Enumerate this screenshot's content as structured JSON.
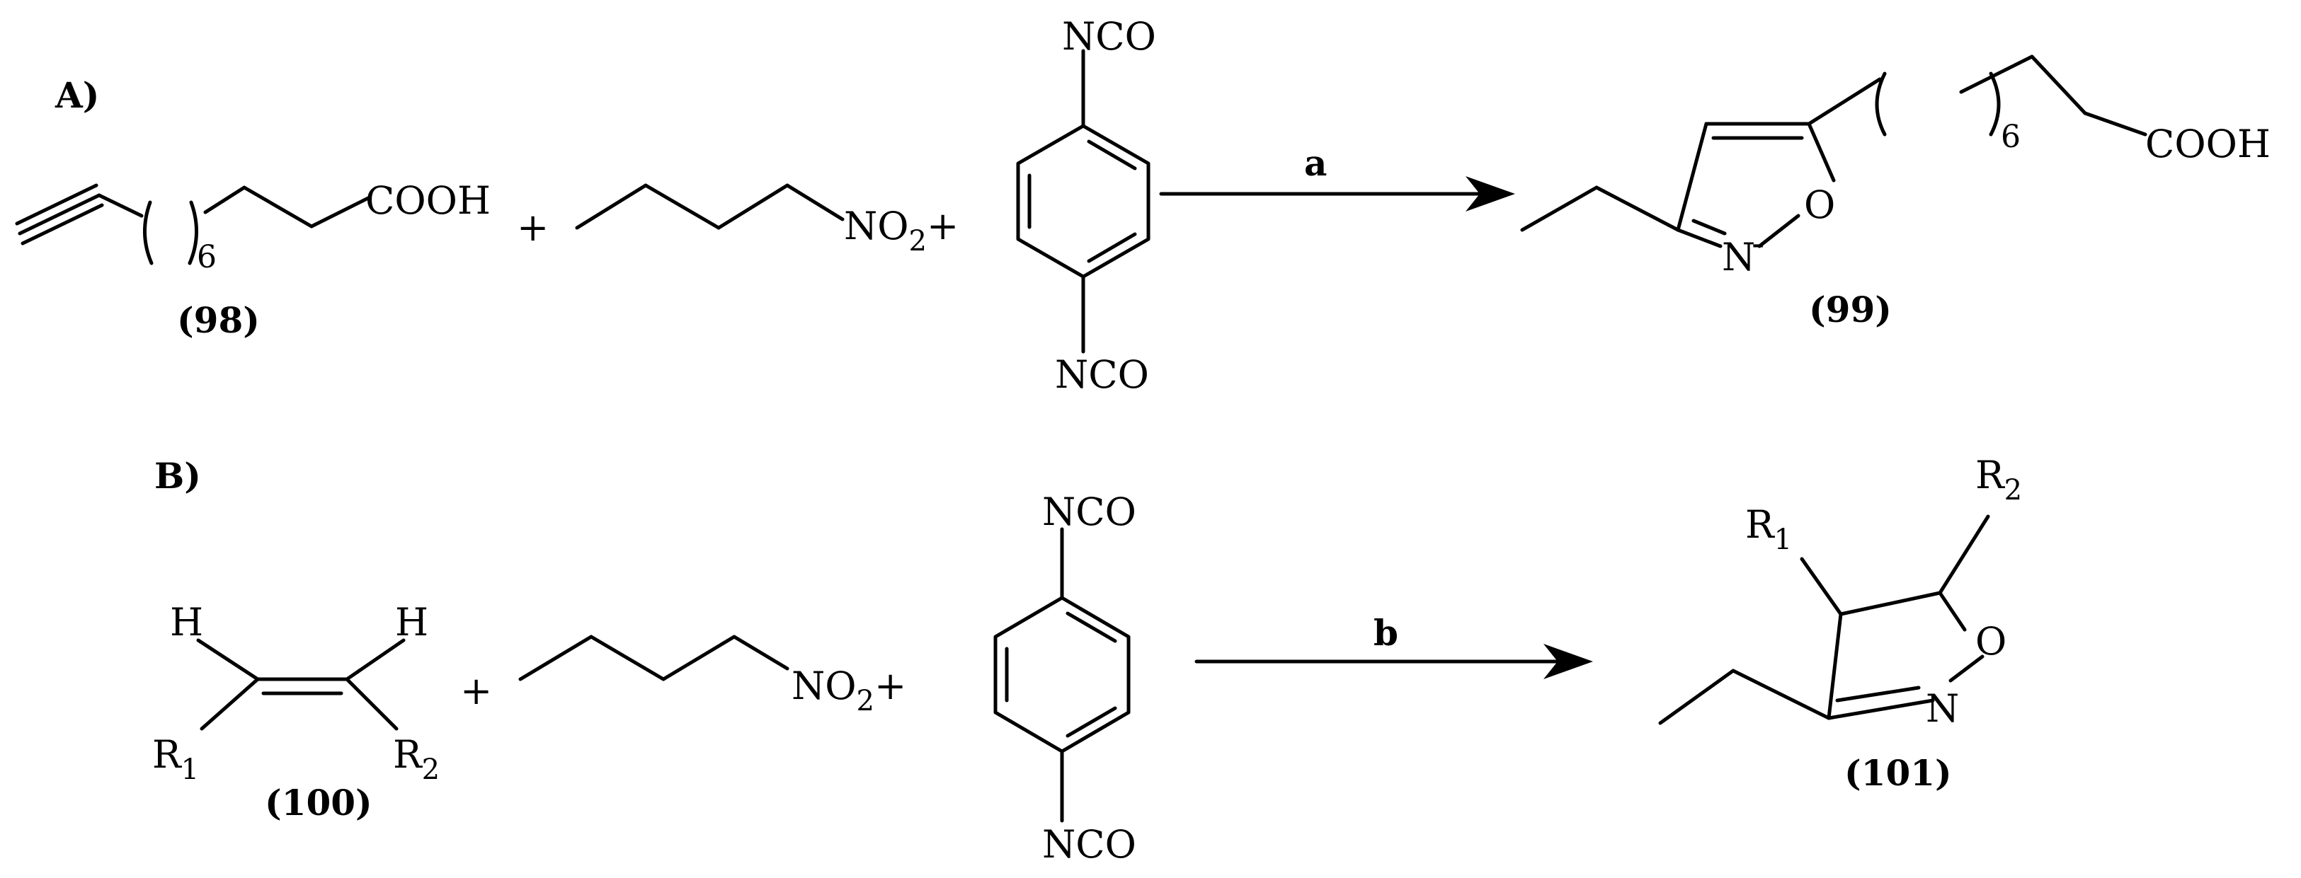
{
  "panels": {
    "a_label": "A)",
    "b_label": "B)"
  },
  "groups": {
    "cooh": "COOH",
    "nco": "NCO",
    "no2": "NO",
    "no2_sub": "2",
    "plus": "+",
    "n": "N",
    "o": "O",
    "h": "H",
    "r": "R",
    "sub1": "1",
    "sub2": "2",
    "repeat": "6"
  },
  "compounds": {
    "c98": "(98)",
    "c99": "(99)",
    "c100": "(100)",
    "c101": "(101)"
  },
  "conditions": {
    "a": "a",
    "b": "b"
  }
}
